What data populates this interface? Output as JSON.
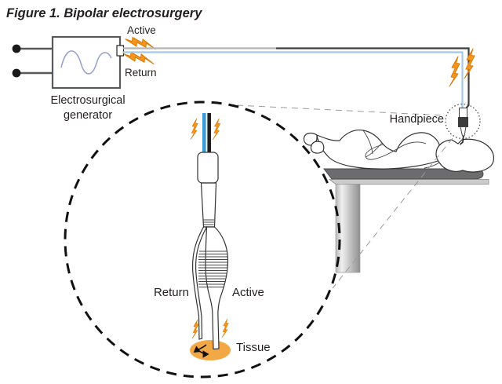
{
  "figure_title": "Figure 1. Bipolar electrosurgery",
  "generator": {
    "active_label": "Active",
    "return_label": "Return",
    "caption_line1": "Electrosurgical",
    "caption_line2": "generator"
  },
  "patient_area": {
    "handpiece_label": "Handpiece"
  },
  "magnifier": {
    "return_label": "Return",
    "active_label": "Active",
    "tissue_label": "Tissue"
  },
  "colors": {
    "bolt_fill": "#F7941E",
    "bolt_stroke": "#D97C06",
    "tissue_fill": "#F2A844",
    "forceps_wire_blue": "#3D9BD6",
    "forceps_wire_black": "#1E1E1E",
    "cable_blue": "#A5C8E4",
    "cable_gray_light": "#B5B5B5",
    "cable_gray_dark": "#3F3F3F",
    "sine_wave": "#9AA2CE",
    "table_top": "#6C6C6E",
    "table_rim": "#CBCBCB",
    "text_color": "#231F20"
  }
}
